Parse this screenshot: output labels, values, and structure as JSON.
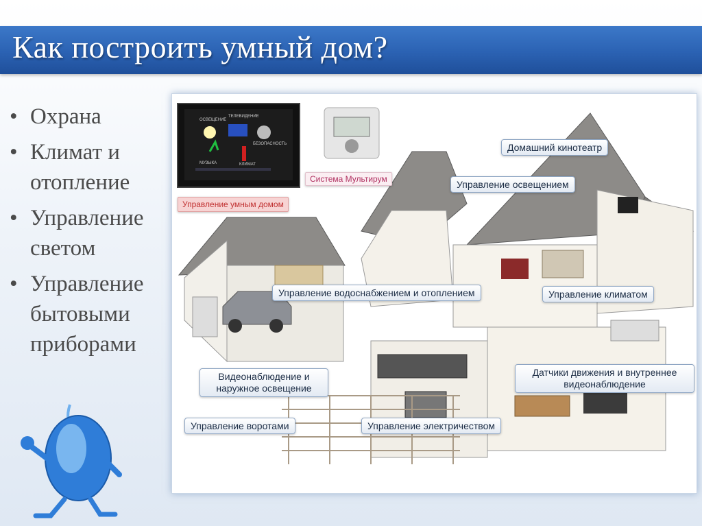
{
  "slide": {
    "title": "Как построить умный дом?",
    "bullets": [
      {
        "text": "Охрана"
      },
      {
        "text": "Климат и отопление"
      },
      {
        "text": "Управление светом"
      },
      {
        "text": "Управление бытовыми приборами"
      }
    ]
  },
  "panel": {
    "screen_labels": [
      "ОСВЕЩЕНИЕ",
      "ТЕЛЕВИДЕНИЕ",
      "БЕЗОПАСНОСТЬ",
      "МУЗЫКА",
      "КЛИМАТ"
    ]
  },
  "callouts": {
    "smart_home": "Управление умным домом",
    "multirum": "Система Мультирум",
    "home_theater": "Домашний кинотеатр",
    "lighting": "Управление освещением",
    "water_heating": "Управление водоснабжением и отоплением",
    "climate": "Управление климатом",
    "video_outdoor": "Видеонаблюдение и наружное освещение",
    "motion": "Датчики движения и внутреннее видеонаблюдение",
    "gates": "Управление воротами",
    "electricity": "Управление электричеством"
  },
  "colors": {
    "title_bar": "#2b62b3",
    "title_text": "#ffffff",
    "bullet_text": "#4a4a4a",
    "roof": "#8d8b88",
    "callout_border": "#8ea6c4",
    "red_callout": "#f7d3d3"
  }
}
